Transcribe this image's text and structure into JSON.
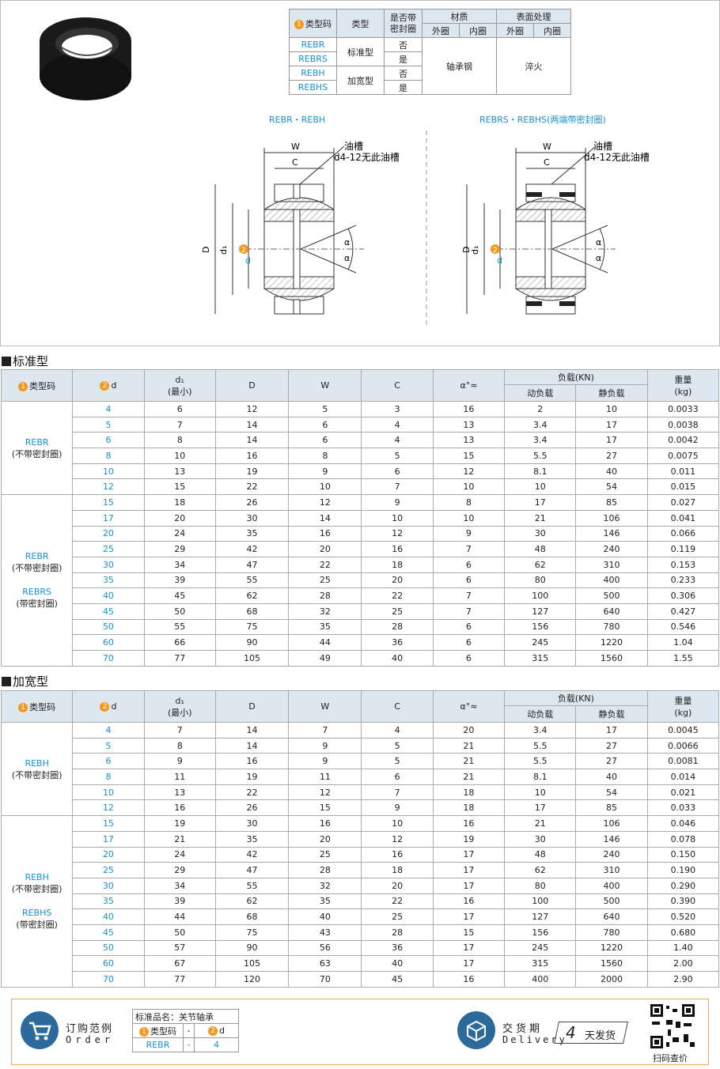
{
  "material_table": {
    "headers": {
      "type_code": "类型码",
      "type": "类型",
      "seal": "是否带密封圈",
      "material": "材质",
      "surface": "表面处理",
      "outer": "外圈",
      "inner": "内圈"
    },
    "rows": [
      {
        "code": "REBR",
        "type": "标准型",
        "seal": "否"
      },
      {
        "code": "REBRS",
        "type": "",
        "seal": "是"
      },
      {
        "code": "REBH",
        "type": "加宽型",
        "seal": "否"
      },
      {
        "code": "REBHS",
        "type": "",
        "seal": "是"
      }
    ],
    "material_value": "轴承钢",
    "surface_value": "淬火"
  },
  "diagrams": {
    "left_title": "REBR・REBH",
    "right_title": "REBRS・REBHS(两端带密封圈)",
    "oil_groove": "油槽",
    "oil_note": "d4-12无此油槽",
    "W": "W",
    "C": "C",
    "D": "D",
    "d1": "d₁",
    "d": "d",
    "alpha": "α"
  },
  "common_headers": {
    "type_code": "类型码",
    "d": "d",
    "d1": "d₁",
    "d1_min": "(最小)",
    "D": "D",
    "W": "W",
    "C": "C",
    "alpha": "α°≈",
    "load": "负载(KN)",
    "dynamic": "动负载",
    "static": "静负载",
    "weight": "重量",
    "weight_unit": "(kg)"
  },
  "standard": {
    "title": "标准型",
    "groups": [
      {
        "label1": "REBR",
        "label2": "(不带密封圈)",
        "label3": "",
        "label4": "",
        "rows": [
          [
            "4",
            "6",
            "12",
            "5",
            "3",
            "16",
            "2",
            "10",
            "0.0033"
          ],
          [
            "5",
            "7",
            "14",
            "6",
            "4",
            "13",
            "3.4",
            "17",
            "0.0038"
          ],
          [
            "6",
            "8",
            "14",
            "6",
            "4",
            "13",
            "3.4",
            "17",
            "0.0042"
          ],
          [
            "8",
            "10",
            "16",
            "8",
            "5",
            "15",
            "5.5",
            "27",
            "0.0075"
          ],
          [
            "10",
            "13",
            "19",
            "9",
            "6",
            "12",
            "8.1",
            "40",
            "0.011"
          ],
          [
            "12",
            "15",
            "22",
            "10",
            "7",
            "10",
            "10",
            "54",
            "0.015"
          ]
        ]
      },
      {
        "label1": "REBR",
        "label2": "(不带密封圈)",
        "label3": "REBRS",
        "label4": "(带密封圈)",
        "rows": [
          [
            "15",
            "18",
            "26",
            "12",
            "9",
            "8",
            "17",
            "85",
            "0.027"
          ],
          [
            "17",
            "20",
            "30",
            "14",
            "10",
            "10",
            "21",
            "106",
            "0.041"
          ],
          [
            "20",
            "24",
            "35",
            "16",
            "12",
            "9",
            "30",
            "146",
            "0.066"
          ],
          [
            "25",
            "29",
            "42",
            "20",
            "16",
            "7",
            "48",
            "240",
            "0.119"
          ],
          [
            "30",
            "34",
            "47",
            "22",
            "18",
            "6",
            "62",
            "310",
            "0.153"
          ],
          [
            "35",
            "39",
            "55",
            "25",
            "20",
            "6",
            "80",
            "400",
            "0.233"
          ],
          [
            "40",
            "45",
            "62",
            "28",
            "22",
            "7",
            "100",
            "500",
            "0.306"
          ],
          [
            "45",
            "50",
            "68",
            "32",
            "25",
            "7",
            "127",
            "640",
            "0.427"
          ],
          [
            "50",
            "55",
            "75",
            "35",
            "28",
            "6",
            "156",
            "780",
            "0.546"
          ],
          [
            "60",
            "66",
            "90",
            "44",
            "36",
            "6",
            "245",
            "1220",
            "1.04"
          ],
          [
            "70",
            "77",
            "105",
            "49",
            "40",
            "6",
            "315",
            "1560",
            "1.55"
          ]
        ]
      }
    ]
  },
  "wide": {
    "title": "加宽型",
    "groups": [
      {
        "label1": "REBH",
        "label2": "(不带密封圈)",
        "label3": "",
        "label4": "",
        "rows": [
          [
            "4",
            "7",
            "14",
            "7",
            "4",
            "20",
            "3.4",
            "17",
            "0.0045"
          ],
          [
            "5",
            "8",
            "14",
            "9",
            "5",
            "21",
            "5.5",
            "27",
            "0.0066"
          ],
          [
            "6",
            "9",
            "16",
            "9",
            "5",
            "21",
            "5.5",
            "27",
            "0.0081"
          ],
          [
            "8",
            "11",
            "19",
            "11",
            "6",
            "21",
            "8.1",
            "40",
            "0.014"
          ],
          [
            "10",
            "13",
            "22",
            "12",
            "7",
            "18",
            "10",
            "54",
            "0.021"
          ],
          [
            "12",
            "16",
            "26",
            "15",
            "9",
            "18",
            "17",
            "85",
            "0.033"
          ]
        ]
      },
      {
        "label1": "REBH",
        "label2": "(不带密封圈)",
        "label3": "REBHS",
        "label4": "(带密封圈)",
        "rows": [
          [
            "15",
            "19",
            "30",
            "16",
            "10",
            "16",
            "21",
            "106",
            "0.046"
          ],
          [
            "17",
            "21",
            "35",
            "20",
            "12",
            "19",
            "30",
            "146",
            "0.078"
          ],
          [
            "20",
            "24",
            "42",
            "25",
            "16",
            "17",
            "48",
            "240",
            "0.150"
          ],
          [
            "25",
            "29",
            "47",
            "28",
            "18",
            "17",
            "62",
            "310",
            "0.190"
          ],
          [
            "30",
            "34",
            "55",
            "32",
            "20",
            "17",
            "80",
            "400",
            "0.290"
          ],
          [
            "35",
            "39",
            "62",
            "35",
            "22",
            "16",
            "100",
            "500",
            "0.390"
          ],
          [
            "40",
            "44",
            "68",
            "40",
            "25",
            "17",
            "127",
            "640",
            "0.520"
          ],
          [
            "45",
            "50",
            "75",
            "43",
            "28",
            "15",
            "156",
            "780",
            "0.680"
          ],
          [
            "50",
            "57",
            "90",
            "56",
            "36",
            "17",
            "245",
            "1220",
            "1.40"
          ],
          [
            "60",
            "67",
            "105",
            "63",
            "40",
            "17",
            "315",
            "1560",
            "2.00"
          ],
          [
            "70",
            "77",
            "120",
            "70",
            "45",
            "16",
            "400",
            "2000",
            "2.90"
          ]
        ]
      }
    ]
  },
  "footer": {
    "order_cn": "订购范例",
    "order_en": "Order",
    "std_name": "标准品名：关节轴承",
    "type_code": "类型码",
    "dash": "-",
    "d": "d",
    "code_value": "REBR",
    "d_value": "4",
    "delivery_cn": "交货期",
    "delivery_en": "Delivery",
    "days": "4",
    "days_text": "天发货",
    "qr_text": "扫码查价"
  }
}
